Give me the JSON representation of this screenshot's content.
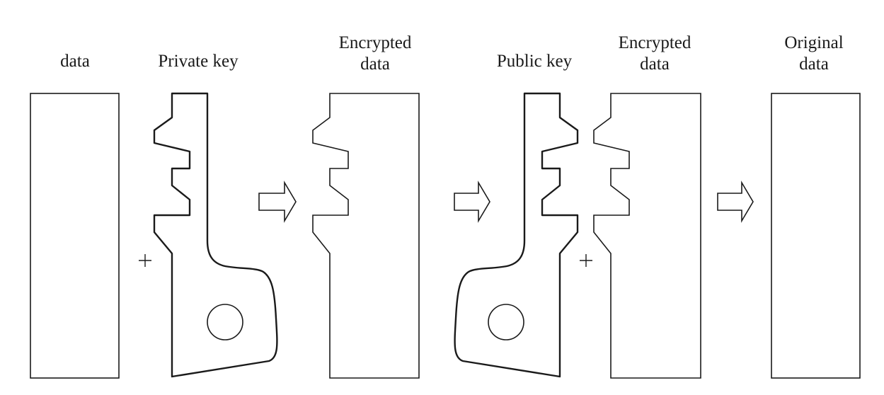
{
  "labels": {
    "data": "data",
    "private_key": "Private key",
    "encrypted_data_1": "Encrypted\ndata",
    "public_key": "Public key",
    "encrypted_data_2": "Encrypted\ndata",
    "original_data": "Original\ndata"
  },
  "operators": {
    "plus": "+"
  },
  "colors": {
    "stroke": "#1a1a1a",
    "background": "#ffffff"
  }
}
